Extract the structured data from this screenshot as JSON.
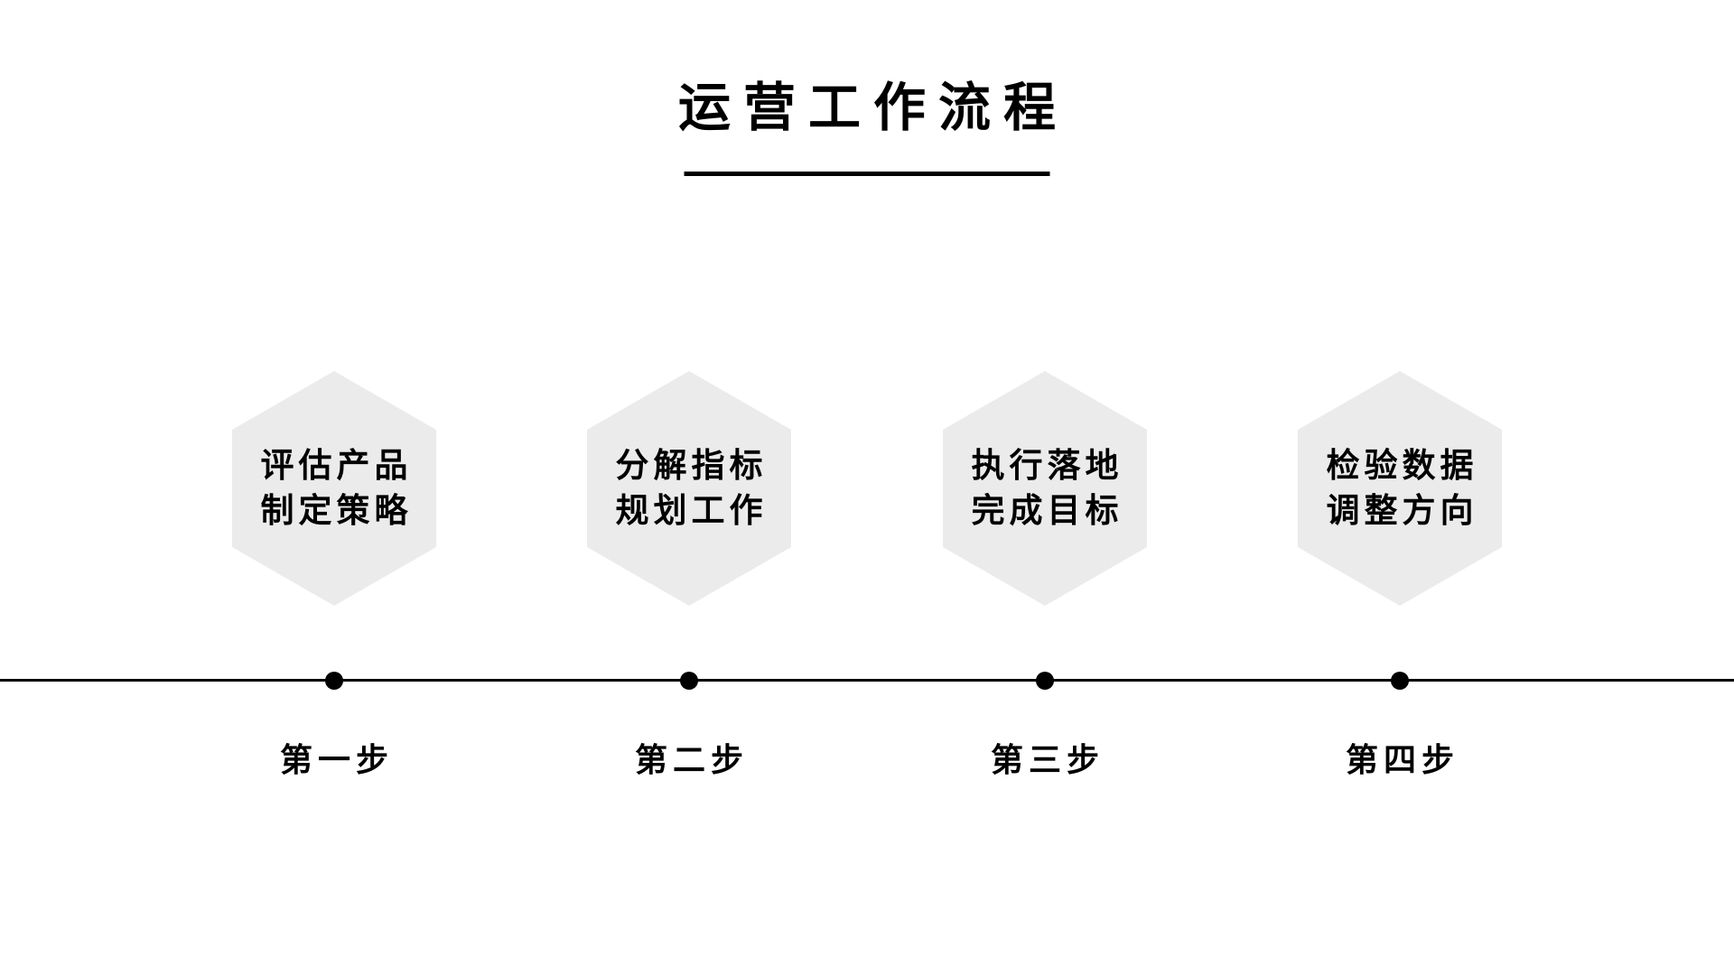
{
  "title": {
    "text": "运营工作流程"
  },
  "steps": [
    {
      "line1": "评估产品",
      "line2": "制定策略",
      "label": "第一步"
    },
    {
      "line1": "分解指标",
      "line2": "规划工作",
      "label": "第二步"
    },
    {
      "line1": "执行落地",
      "line2": "完成目标",
      "label": "第三步"
    },
    {
      "line1": "检验数据",
      "line2": "调整方向",
      "label": "第四步"
    }
  ],
  "colors": {
    "background": "#ffffff",
    "hexagon_fill": "#ebebeb",
    "text": "#000000",
    "line": "#000000"
  }
}
